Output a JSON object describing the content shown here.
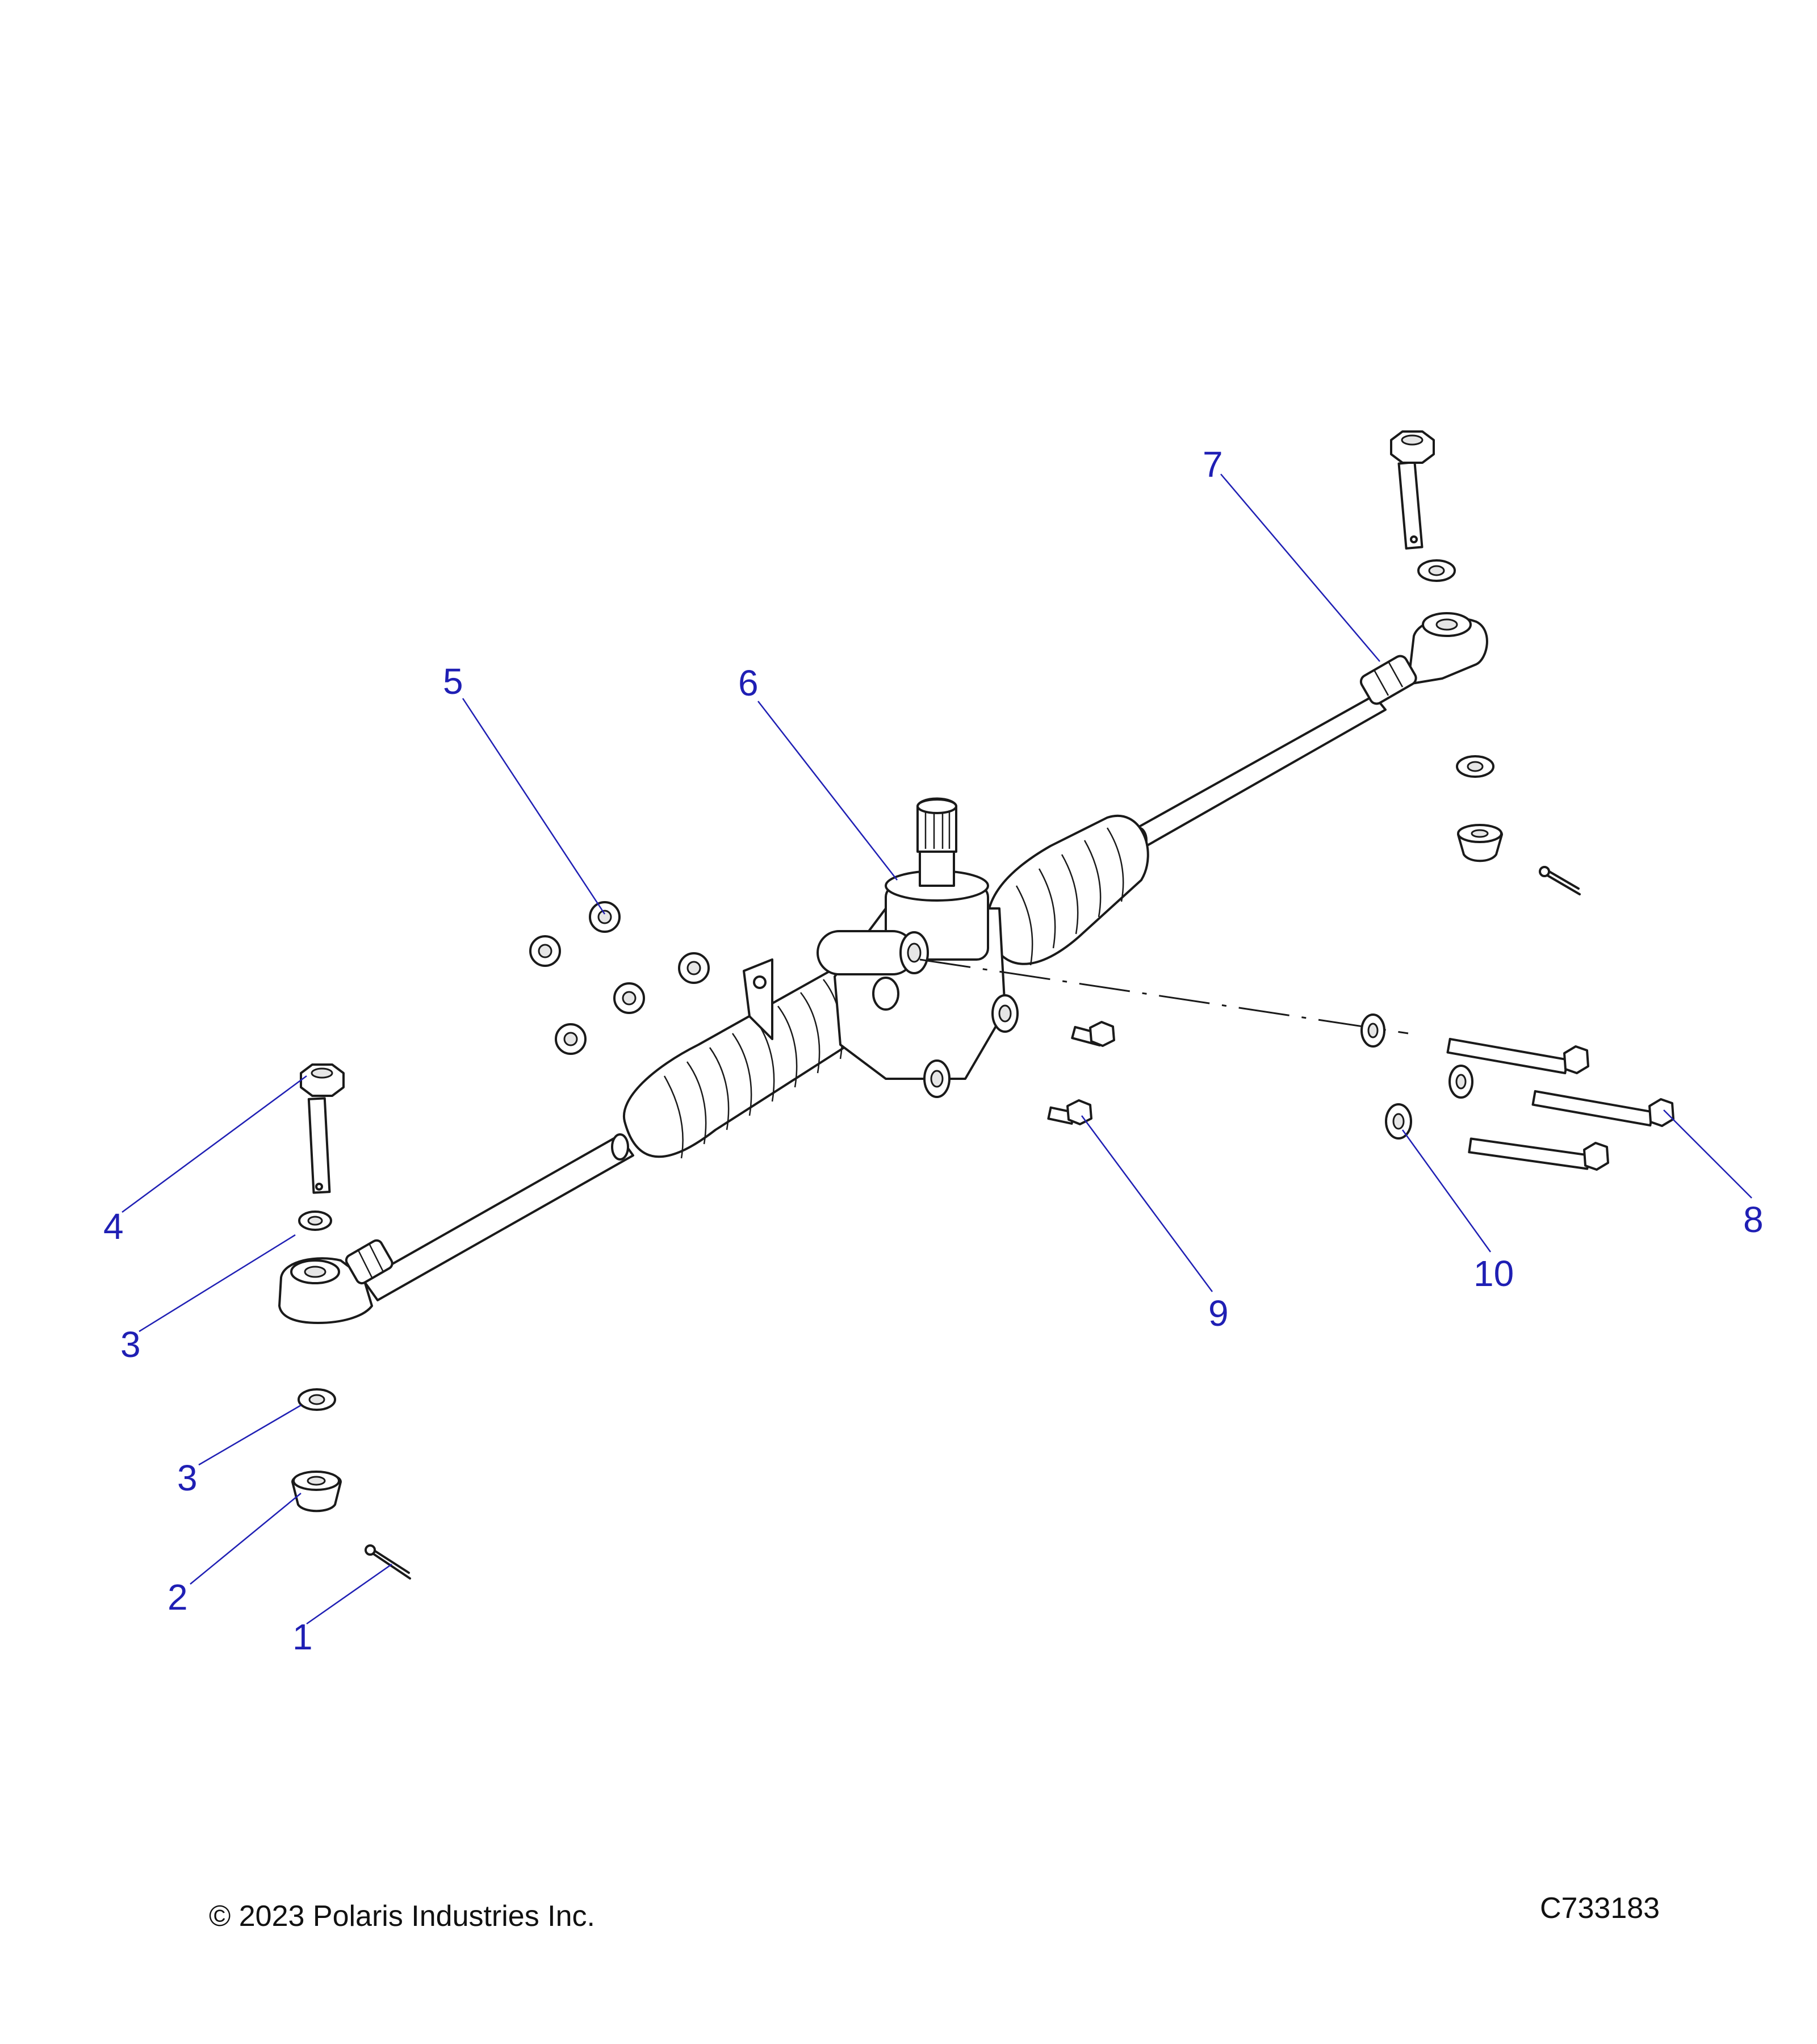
{
  "callouts": [
    {
      "id": "1",
      "label": "1"
    },
    {
      "id": "2",
      "label": "2"
    },
    {
      "id": "3a",
      "label": "3"
    },
    {
      "id": "3b",
      "label": "3"
    },
    {
      "id": "4",
      "label": "4"
    },
    {
      "id": "5",
      "label": "5"
    },
    {
      "id": "6",
      "label": "6"
    },
    {
      "id": "7",
      "label": "7"
    },
    {
      "id": "8",
      "label": "8"
    },
    {
      "id": "9",
      "label": "9"
    },
    {
      "id": "10",
      "label": "10"
    }
  ],
  "footer": {
    "copyright": "© 2023 Polaris Industries Inc.",
    "drawing_number": "C733183"
  },
  "colors": {
    "callout": "#1f1fb4",
    "line_art": "#1a1a1a",
    "background": "#ffffff"
  }
}
